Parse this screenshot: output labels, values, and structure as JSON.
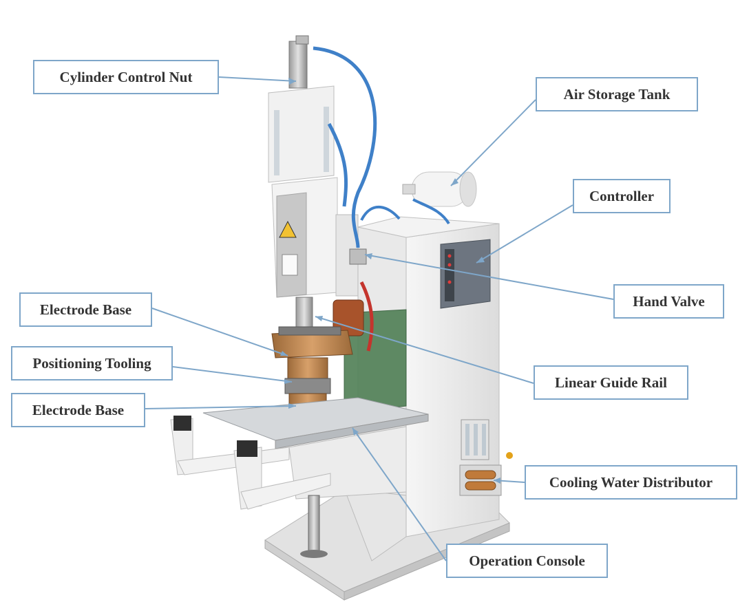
{
  "labels": {
    "cylinder_control_nut": "Cylinder Control Nut",
    "air_storage_tank": "Air Storage Tank",
    "controller": "Controller",
    "hand_valve": "Hand Valve",
    "electrode_base_upper": "Electrode Base",
    "positioning_tooling": "Positioning Tooling",
    "electrode_base_lower": "Electrode Base",
    "linear_guide_rail": "Linear Guide Rail",
    "cooling_water_distributor": "Cooling Water Distributor",
    "operation_console": "Operation Console"
  },
  "colors": {
    "label_border": "#7ea6c9",
    "leader_line": "#7ea6c9",
    "label_text": "#333333",
    "machine_body": "#eeeeee",
    "air_hose": "#3f80c8",
    "copper": "#b8834f",
    "controller_panel": "#6d7580"
  }
}
